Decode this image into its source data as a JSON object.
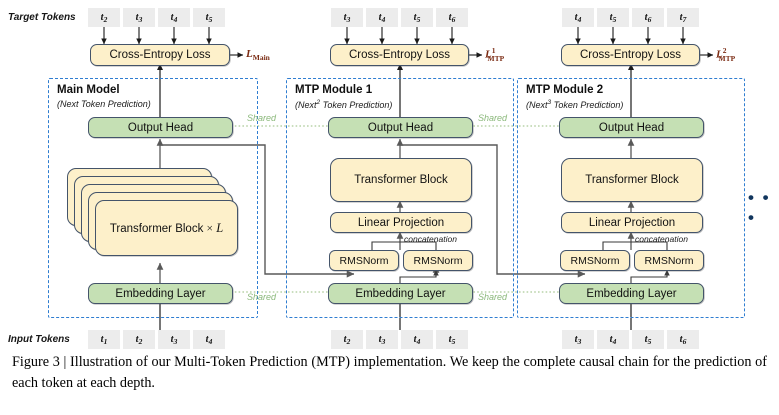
{
  "figure": {
    "caption": "Figure 3 | Illustration of our Multi-Token Prediction (MTP) implementation.  We keep the complete causal chain for the prediction of each token at each depth."
  },
  "rows": {
    "target_label": "Target Tokens",
    "input_label": "Input Tokens"
  },
  "labels": {
    "shared": "Shared",
    "concatenation": "concatenation",
    "ellipsis": "• • •",
    "cross_entropy": "Cross-Entropy Loss",
    "output_head": "Output Head",
    "embedding_layer": "Embedding Layer",
    "transformer_block": "Transformer Block",
    "transformer_block_xL": "Transformer Block × L",
    "linear_projection": "Linear Projection",
    "rmsnorm": "RMSNorm"
  },
  "colors": {
    "box_yellow": "#fdf0ca",
    "box_green": "#c5e0b4",
    "box_border": "#44546a",
    "module_dashed": "#2f7dd1",
    "token_chip": "#ececec",
    "loss_text": "#7b2b13",
    "shared_text": "#8ab87a",
    "arrow": "#1a1a1a",
    "connector": "#595959"
  },
  "modules": [
    {
      "id": "main",
      "title": "Main Model",
      "subtitle_pre": "(Next",
      "subtitle_sup": "",
      "subtitle_post": " Token Prediction)",
      "loss_name": "L",
      "loss_sub": "Main",
      "loss_sup": "",
      "target_tokens": [
        "t2",
        "t3",
        "t4",
        "t5"
      ],
      "target_tokens_sub": [
        "2",
        "3",
        "4",
        "5"
      ],
      "input_tokens": [
        "t1",
        "t2",
        "t3",
        "t4"
      ],
      "input_tokens_sub": [
        "1",
        "2",
        "3",
        "4"
      ],
      "blocks": [
        "Output Head",
        "Transformer Block × L",
        "Embedding Layer"
      ]
    },
    {
      "id": "mtp1",
      "title": "MTP Module 1",
      "subtitle_pre": "(Next",
      "subtitle_sup": "2",
      "subtitle_post": " Token Prediction)",
      "loss_name": "L",
      "loss_sub": "MTP",
      "loss_sup": "1",
      "target_tokens": [
        "t3",
        "t4",
        "t5",
        "t6"
      ],
      "target_tokens_sub": [
        "3",
        "4",
        "5",
        "6"
      ],
      "input_tokens": [
        "t2",
        "t3",
        "t4",
        "t5"
      ],
      "input_tokens_sub": [
        "2",
        "3",
        "4",
        "5"
      ],
      "blocks": [
        "Output Head",
        "Transformer Block",
        "Linear Projection",
        "RMSNorm",
        "RMSNorm",
        "Embedding Layer"
      ]
    },
    {
      "id": "mtp2",
      "title": "MTP Module 2",
      "subtitle_pre": "(Next",
      "subtitle_sup": "3",
      "subtitle_post": " Token Prediction)",
      "loss_name": "L",
      "loss_sub": "MTP",
      "loss_sup": "2",
      "target_tokens": [
        "t4",
        "t5",
        "t6",
        "t7"
      ],
      "target_tokens_sub": [
        "4",
        "5",
        "6",
        "7"
      ],
      "input_tokens": [
        "t3",
        "t4",
        "t5",
        "t6"
      ],
      "input_tokens_sub": [
        "3",
        "4",
        "5",
        "6"
      ],
      "blocks": [
        "Output Head",
        "Transformer Block",
        "Linear Projection",
        "RMSNorm",
        "RMSNorm",
        "Embedding Layer"
      ]
    }
  ]
}
